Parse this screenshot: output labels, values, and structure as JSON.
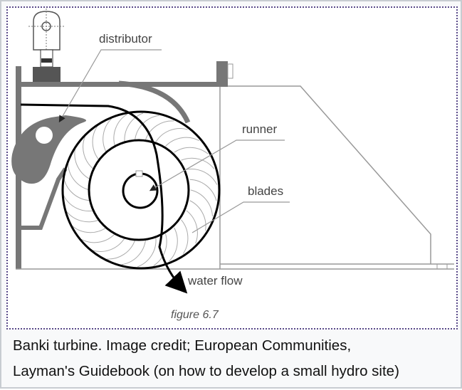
{
  "figure": {
    "labels": {
      "distributor": "distributor",
      "runner": "runner",
      "blades": "blades",
      "water_flow": "water flow",
      "figure_number": "figure 6.7"
    }
  },
  "caption": {
    "line1": "Banki turbine. Image credit; European Communities,",
    "line2": "Layman's Guidebook (on how to develop a small hydro site)"
  }
}
